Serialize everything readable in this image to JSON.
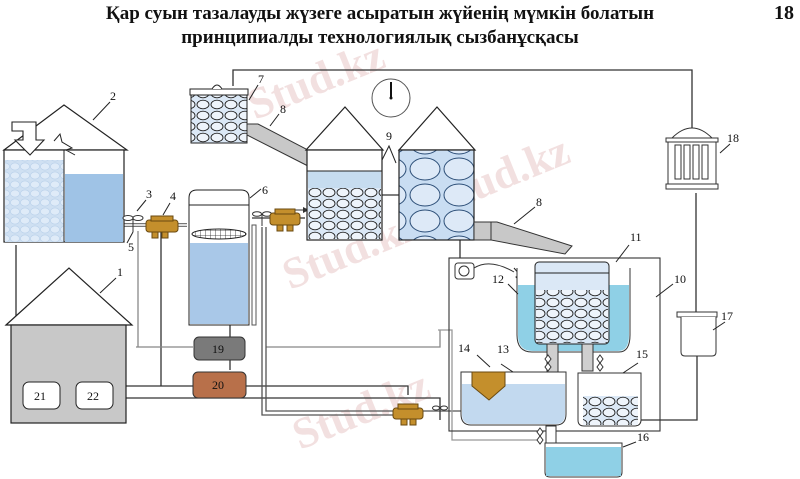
{
  "header": {
    "title_line1": "Қар суын тазалауды жүзеге асыратын жүйенің мүмкін болатын",
    "title_line2": "принципиалды технологиялық сызбанұсқасы",
    "page_number": "18"
  },
  "watermark": {
    "text": "Stud.kz"
  },
  "diagram": {
    "labels": {
      "l1": "1",
      "l2": "2",
      "l3": "3",
      "l4": "4",
      "l5": "5",
      "l6": "6",
      "l7": "7",
      "l8a": "8",
      "l8b": "8",
      "l9": "9",
      "l10": "10",
      "l11": "11",
      "l12": "12",
      "l13": "13",
      "l14": "14",
      "l15": "15",
      "l16": "16",
      "l17": "17",
      "l18": "18",
      "l19": "19",
      "l20": "20",
      "l21": "21",
      "l22": "22"
    },
    "colors": {
      "water": "#a9c8e8",
      "water_light": "#c6dcef",
      "ice": "#dbe8f6",
      "pump": "#c48f2c",
      "unit19": "#7a7a7a",
      "unit20": "#b8704a",
      "house": "#c8c8c8",
      "cyan_water": "#8fd0e6"
    },
    "clock": {
      "hour": "12",
      "minute": "00"
    }
  }
}
